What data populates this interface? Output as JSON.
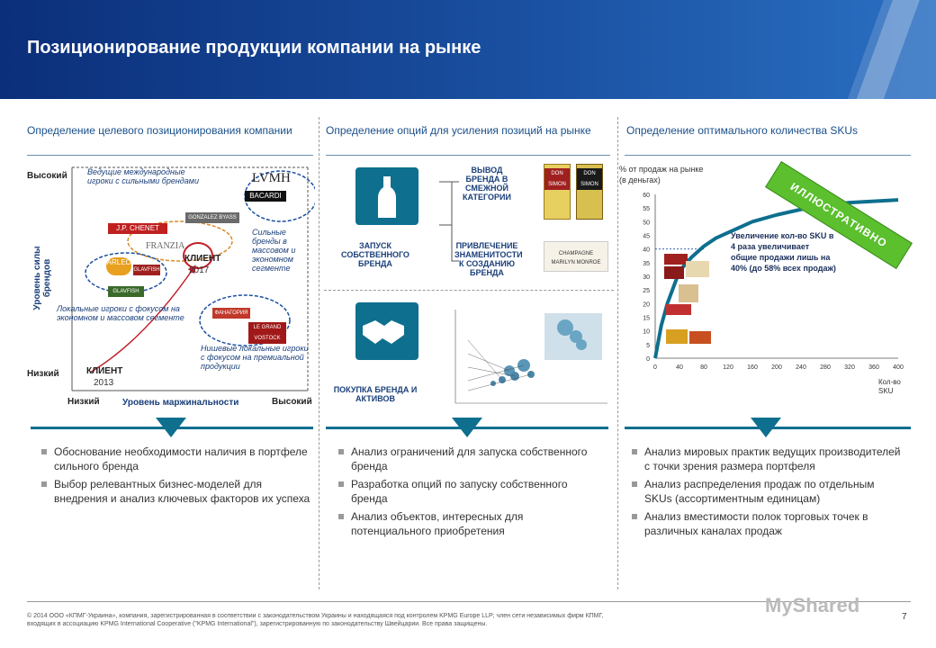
{
  "header": {
    "title": "Позиционирование продукции компании на рынке"
  },
  "columns": {
    "left": {
      "heading": "Определение целевого позиционирования компании"
    },
    "middle": {
      "heading": "Определение опций для усиления позиций на рынке"
    },
    "right": {
      "heading": "Определение оптимального количества SKUs"
    }
  },
  "matrix": {
    "y_axis_label": "Уровень силы брендов",
    "x_axis_label": "Уровень маржинальности",
    "y_high": "Высокий",
    "y_low": "Низкий",
    "x_low": "Низкий",
    "x_high": "Высокий",
    "groups": {
      "intl": "Ведущие международные игроки с сильными брендами",
      "strong_eco": "Сильные бренды в массовом и экономном сегменте",
      "local_eco": "Локальные игроки с фокусом на экономном и массовом сегменте",
      "niche": "Нишевые локальные игроки с фокусом на премиальной продукции"
    },
    "client_2017_label": "КЛИЕНТ",
    "client_2017_year": "2017",
    "client_2013_label": "КЛИЕНТ",
    "client_2013_year": "2013",
    "brands": {
      "lvmh": "LVMH",
      "bacardi": "BACARDI",
      "chenet": "J.P. CHENET",
      "gonzalez": "GONZALEZ BYASS",
      "frangia": "FRANZIA",
      "arlec": "ARLEC",
      "glavfish": "GLAVFISH",
      "fanagoria": "ФАНАГОРИЯ",
      "legrand": "LE GRAND VOSTOCK"
    }
  },
  "options": {
    "launch": "ЗАПУСК СОБСТВЕННОГО БРЕНДА",
    "adjacent": "ВЫВОД БРЕНДА В СМЕЖНОЙ КАТЕГОРИИ",
    "celebrity": "ПРИВЛЕЧЕНИЕ ЗНАМЕНИТОСТИ К СОЗДАНИЮ БРЕНДА",
    "acquire": "ПОКУПКА БРЕНДА И АКТИВОВ",
    "don_simon": "DON SIMON",
    "champagne": "CHAMPAGNE",
    "marilyn": "MARILYN MONROE"
  },
  "sku_chart": {
    "ylabel": "% от продаж на рынке (в деньгах)",
    "xlabel": "Кол-во SKU",
    "badge": "ИЛЛЮСТРАТИВНО",
    "note": "Увеличение кол-во SKU в 4 раза увеличивает общие продажи лишь на 40% (до 58% всех продаж)",
    "yticks": [
      "60",
      "55",
      "50",
      "45",
      "40",
      "35",
      "30",
      "25",
      "20",
      "15",
      "10",
      "5",
      "0"
    ],
    "xticks": [
      "0",
      "40",
      "80",
      "120",
      "160",
      "200",
      "240",
      "280",
      "320",
      "360",
      "400"
    ]
  },
  "chart_data": {
    "type": "line",
    "title": "",
    "xlabel": "Кол-во SKU",
    "ylabel": "% от продаж на рынке (в деньгах)",
    "xlim": [
      0,
      400
    ],
    "ylim": [
      0,
      60
    ],
    "series": [
      {
        "x": [
          0,
          10,
          20,
          40,
          60,
          80,
          100,
          120,
          160,
          200,
          240,
          280,
          320,
          360,
          400
        ],
        "y": [
          0,
          12,
          20,
          32,
          37,
          41,
          44,
          46,
          50,
          52.5,
          54.5,
          56,
          57,
          57.5,
          58
        ]
      }
    ]
  },
  "bullets": {
    "left": [
      "Обоснование необходимости наличия в портфеле сильного бренда",
      "Выбор релевантных бизнес-моделей для внедрения и анализ ключевых факторов их успеха"
    ],
    "middle": [
      "Анализ ограничений для запуска собственного бренда",
      "Разработка опций по запуску собственного бренда",
      "Анализ объектов, интересных для потенциального приобретения"
    ],
    "right": [
      "Анализ мировых практик ведущих производителей с точки зрения размера портфеля",
      "Анализ распределения продаж по отдельным SKUs (ассортиментным единицам)",
      "Анализ вместимости полок торговых точек в различных каналах продаж"
    ]
  },
  "footer": {
    "legal": "© 2014 ООО «КПМГ-Украина», компания, зарегистрированная в соответствии с законодательством Украины и находящаяся под контролем KPMG Europe LLP; член сети независимых фирм КПМГ, входящих в ассоциацию KPMG International Cooperative (\"KPMG International\"), зарегистрированную по законодательству Швейцарии. Все права защищены.",
    "page": "7",
    "watermark": "MyShared"
  },
  "colors": {
    "teal": "#0e6f8e",
    "header": "#0b2f7a",
    "green_badge": "#4caf2e"
  }
}
